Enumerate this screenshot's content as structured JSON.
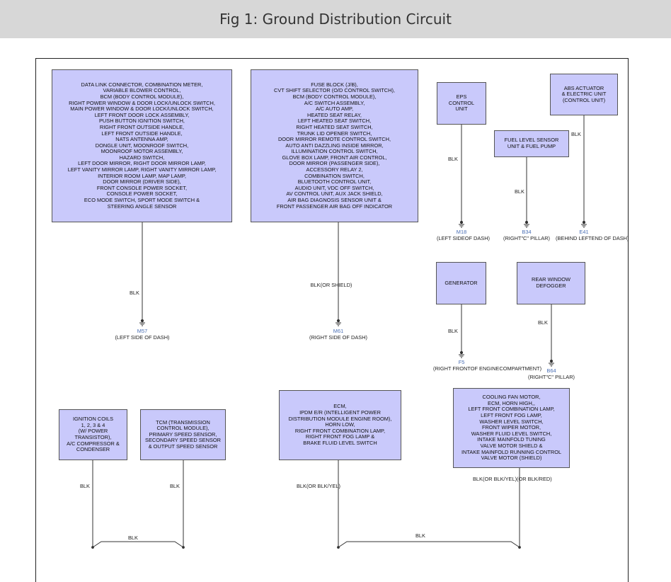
{
  "title": "Fig 1: Ground Distribution Circuit",
  "boxes": {
    "bcm_group": [
      "DATA LINK CONNECTOR, COMBINATION METER,",
      "VARIABLE BLOWER CONTROL,",
      "BCM (BODY CONTROL MODULE),",
      "RIGHT POWER WINDOW & DOOR LOCK/UNLOCK SWITCH,",
      "MAIN POWER WINDOW & DOOR LOCK/UNLOCK SWITCH,",
      "LEFT FRONT DOOR LOCK ASSEMBLY,",
      "PUSH BUTTON IGNITION SWITCH,",
      "RIGHT FRONT OUTSIDE HANDLE,",
      "LEFT FRONT OUTSIDE HANDLE,",
      "NATS ANTENNA AMP,",
      "DONGLE UNIT, MOONROOF SWITCH,",
      "MOONROOF MOTOR ASSEMBLY,",
      "HAZARD SWITCH,",
      "LEFT DOOR MIRROR, RIGHT DOOR MIRROR LAMP,",
      "LEFT VANITY MIRROR LAMP, RIGHT VANITY MIRROR LAMP,",
      "INTERIOR ROOM LAMP, MAP LAMP,",
      "DOOR MIRROR (DRIVER SIDE),",
      "FRONT CONSOLE POWER SOCKET,",
      "CONSOLE POWER SOCKET,",
      "ECO MODE SWITCH, SPORT MODE SWITCH &",
      "STEERING ANGLE SENSOR"
    ],
    "fuse_group": [
      "FUSE BLOCK (J/B),",
      "CVT SHIFT SELECTOR (O/D CONTROL SWITCH),",
      "BCM (BODY CONTROL MODULE),",
      "A/C SWITCH ASSEMBLY,",
      "A/C AUTO AMP,",
      "HEATED SEAT RELAY,",
      "LEFT HEATED SEAT SWITCH,",
      "RIGHT HEATED SEAT SWITCH,",
      "TRUNK LID OPENER SWITCH,",
      "DOOR MIRROR REMOTE CONTROL SWITCH,",
      "AUTO ANTI DAZZLING INSIDE MIRROR,",
      "ILLUMINATION CONTROL SWITCH,",
      "GLOVE BOX LAMP, FRONT AIR CONTROL,",
      "DOOR MIRROR (PASSENGER SIDE),",
      "ACCESSORY RELAY 2,",
      "COMBINATION SWITCH,",
      "BLUETOOTH CONTROL UNIT,",
      "AUDIO UNIT, VDC OFF SWITCH,",
      "AV CONTROL UNIT, AUX JACK SHIELD,",
      "AIR BAG DIAGNOSIS SENSOR UNIT &",
      "FRONT PASSENGER AIR BAG OFF INDICATOR"
    ],
    "eps": [
      "EPS",
      "CONTROL",
      "UNIT"
    ],
    "abs": [
      "ABS ACTUATOR",
      "& ELECTRIC UNIT",
      "(CONTROL UNIT)"
    ],
    "fuel": [
      "FUEL LEVEL SENSOR",
      "UNIT & FUEL PUMP"
    ],
    "generator": [
      "GENERATOR"
    ],
    "defogger": [
      "REAR WINDOW",
      "DEFOGGER"
    ],
    "ignition": [
      "IGNITION COILS",
      "1, 2, 3 & 4",
      "(W/ POWER",
      "TRANSISTOR),",
      "A/C COMPRESSOR &",
      "CONDENSER"
    ],
    "tcm": [
      "TCM (TRANSMISSION",
      "CONTROL MODULE),",
      "PRIMARY SPEED SENSOR,",
      "SECONDARY SPEED SENSOR",
      "& OUTPUT SPEED SENSOR"
    ],
    "ecm": [
      "ECM,",
      "IPDM E/R (INTELLIGENT POWER",
      "DISTRIBUTION MODULE ENGINE ROOM),",
      "HORN LOW,",
      "RIGHT FRONT COMBINATION LAMP,",
      "RIGHT FRONT FOG LAMP &",
      "BRAKE FLUID LEVEL SWITCH"
    ],
    "cooling": [
      "COOLING FAN MOTOR,",
      "ECM, HORN HIGH,,",
      "LEFT FRONT COMBINATION LAMP,",
      "LEFT FRONT FOG LAMP,",
      "WASHER LEVEL SWITCH,",
      "FRONT WIPER MOTOR,",
      "WASHER FLUID LEVEL SWITCH,",
      "INTAKE MAINFOLD TUNING",
      "VALVE MOTOR SHIELD &",
      "INTAKE MAINFOLD RUNNING CONTROL",
      "VALVE MOTOR (SHIELD)"
    ]
  },
  "wires": {
    "bcm": "BLK",
    "fuse": [
      "BLK",
      "(OR SHIELD)"
    ],
    "eps": "BLK",
    "fuel": "BLK",
    "abs": "BLK",
    "generator": "BLK",
    "defogger": "BLK",
    "ignition": "BLK",
    "tcm": "BLK",
    "bottom_left_bus": "BLK",
    "ecm": [
      "BLK",
      "(OR BLK/YEL)"
    ],
    "cooling": [
      "BLK",
      "(OR BLK/YEL)",
      "(OR BLK/RED)"
    ],
    "bottom_right_bus": "BLK"
  },
  "grounds": {
    "m57": {
      "id": "M57",
      "desc": [
        "(LEFT SIDE OF DASH)"
      ]
    },
    "m61": {
      "id": "M61",
      "desc": [
        "(RIGHT SIDE OF DASH)"
      ]
    },
    "m18": {
      "id": "M18",
      "desc": [
        "(LEFT SIDE",
        "OF DASH)"
      ]
    },
    "b34": {
      "id": "B34",
      "desc": [
        "(RIGHT",
        "\"C\" PILLAR)"
      ]
    },
    "e41": {
      "id": "E41",
      "desc": [
        "(BEHIND LEFT",
        "END OF DASH)"
      ]
    },
    "f5": {
      "id": "F5",
      "desc": [
        "(RIGHT FRONT",
        "OF ENGINE",
        "COMPARTMENT)"
      ]
    },
    "b64": {
      "id": "B64",
      "desc": [
        "(RIGHT",
        "\"C\" PILLAR)"
      ]
    }
  },
  "colors": {
    "box_fill": "#c9c9fb",
    "ground_id": "#4a6fb5",
    "title_bar": "#d7d7d7"
  }
}
